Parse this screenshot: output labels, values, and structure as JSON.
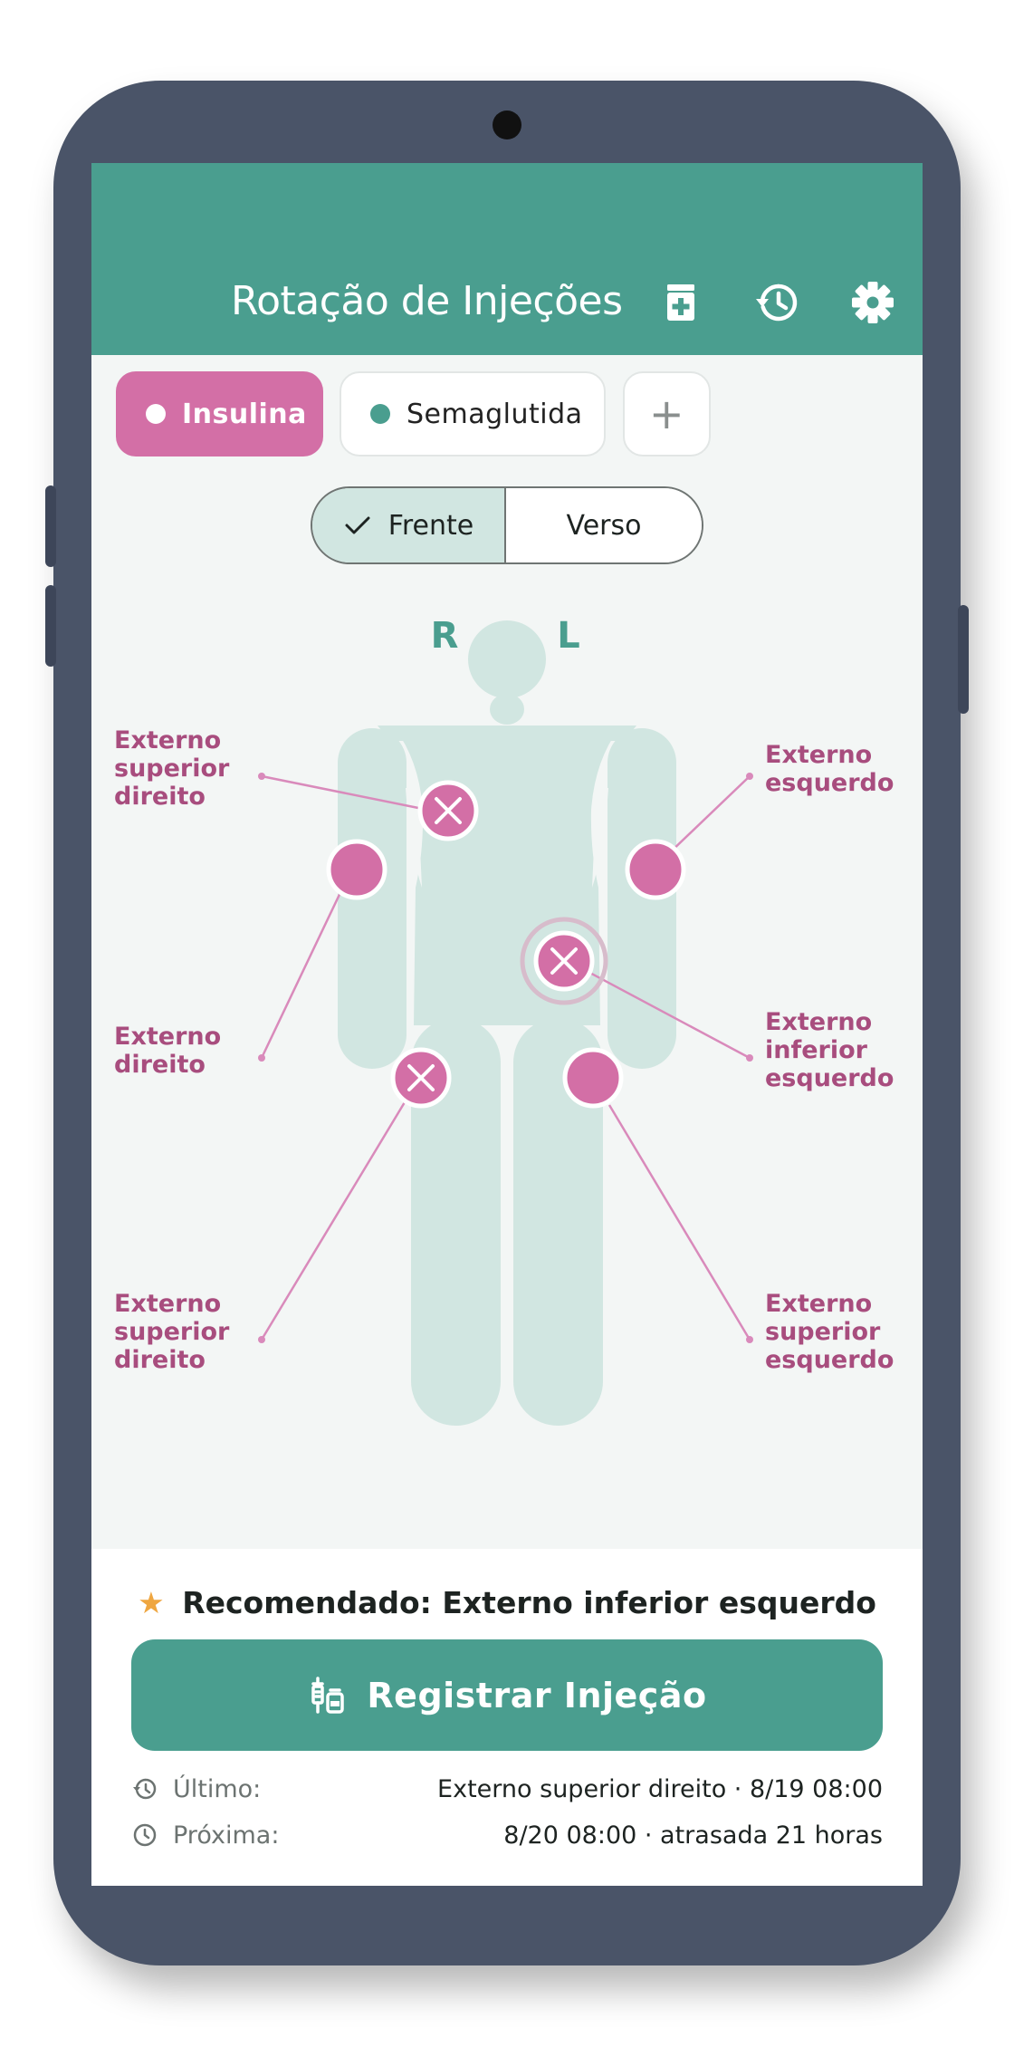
{
  "app": {
    "title": "Rotação de Injeções"
  },
  "header_icons": [
    "medication-icon",
    "history-icon",
    "settings-icon"
  ],
  "medications": [
    {
      "label": "Insulina",
      "color": "#d36fa6",
      "selected": true
    },
    {
      "label": "Semaglutida",
      "color": "#4a9e8f",
      "selected": false
    }
  ],
  "add_medication_symbol": "+",
  "view_toggle": {
    "front_label": "Frente",
    "back_label": "Verso",
    "selected": "front"
  },
  "body_map": {
    "right_marker": "R",
    "left_marker": "L",
    "labels": {
      "upper_right_chest": [
        "Externo",
        "superior",
        "direito"
      ],
      "left_arm": [
        "Externo",
        "esquerdo"
      ],
      "right_arm": [
        "Externo",
        "direito"
      ],
      "lower_left_abdomen": [
        "Externo",
        "inferior",
        "esquerdo"
      ],
      "right_thigh": [
        "Externo",
        "superior",
        "direito"
      ],
      "left_thigh": [
        "Externo",
        "superior",
        "esquerdo"
      ]
    },
    "label_color": "#a84d7e",
    "site_color": "#d36fa6"
  },
  "recommendation": {
    "text": "Recomendado: Externo inferior esquerdo"
  },
  "register_button": {
    "label": "Registrar Injeção"
  },
  "last": {
    "label": "Último:",
    "value": "Externo superior direito · 8/19 08:00"
  },
  "next": {
    "label": "Próxima:",
    "value": "8/20 08:00 · atrasada 21 horas"
  }
}
